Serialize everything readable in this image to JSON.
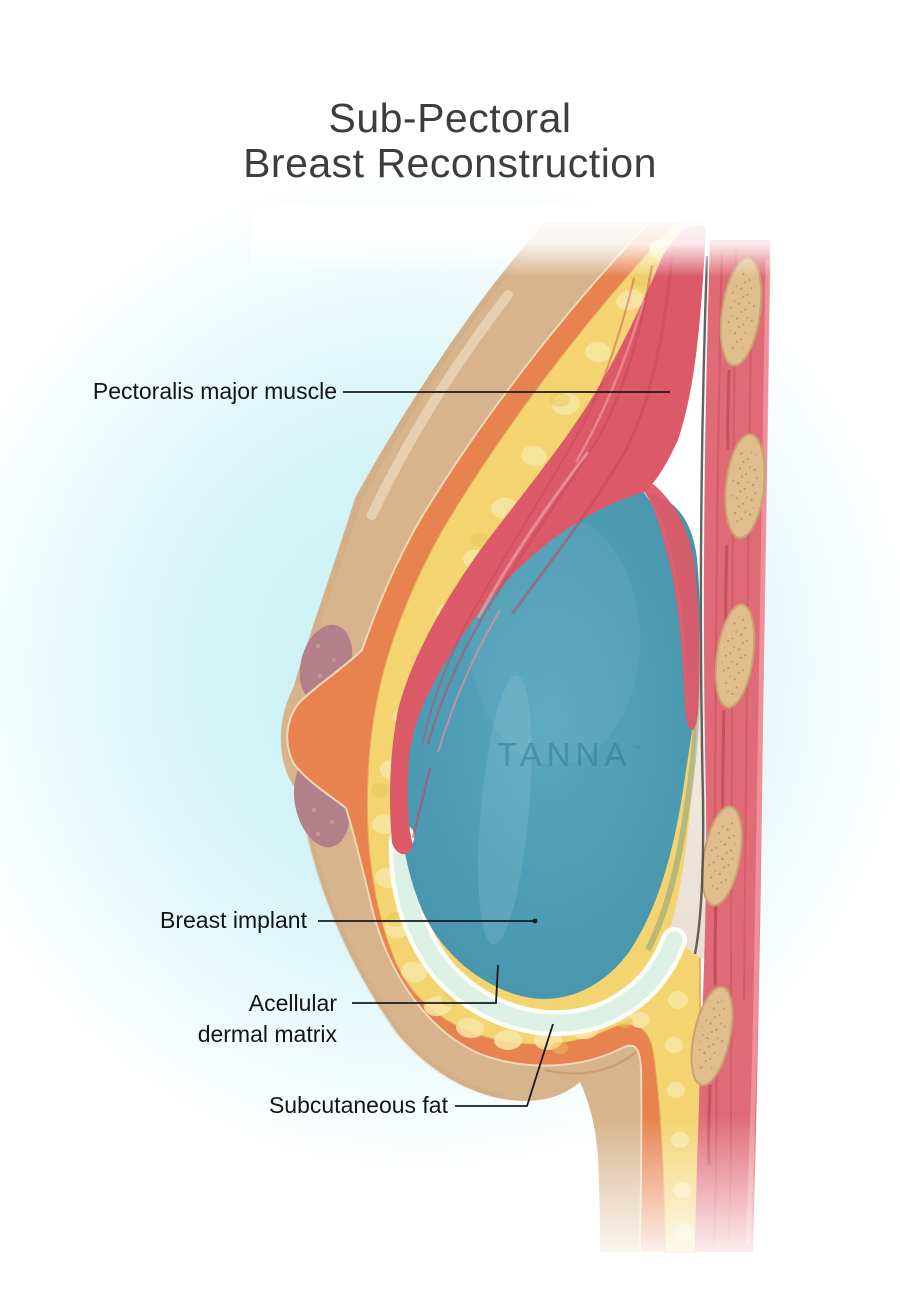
{
  "title": {
    "line1": "Sub-Pectoral",
    "line2": "Breast Reconstruction"
  },
  "labels": {
    "pectoralis": "Pectoralis major muscle",
    "implant": "Breast implant",
    "adm_line1": "Acellular",
    "adm_line2": "dermal matrix",
    "fat": "Subcutaneous fat"
  },
  "watermark": {
    "brand": "TANNA",
    "mark": "™"
  },
  "colors": {
    "background_glow": "#c6f0f5",
    "skin": "#d7b48c",
    "dermis": "#e8824e",
    "fat": "#f3d470",
    "fat_highlight": "#f8e7a4",
    "muscle": "#dc5a68",
    "chest_wall": "#e06b76",
    "rib": "#dfbd8d",
    "rib_outline": "#c7a371",
    "implant": "#4c9cb4",
    "adm": "#dcf0e6",
    "areola": "#b2808a",
    "gap": "#ece3d8",
    "seam": "#4e443e",
    "title_text": "#3d3d3d",
    "label_text": "#141414",
    "leader_line": "#1b1b1b",
    "watermark_text": "#2e7b96"
  }
}
